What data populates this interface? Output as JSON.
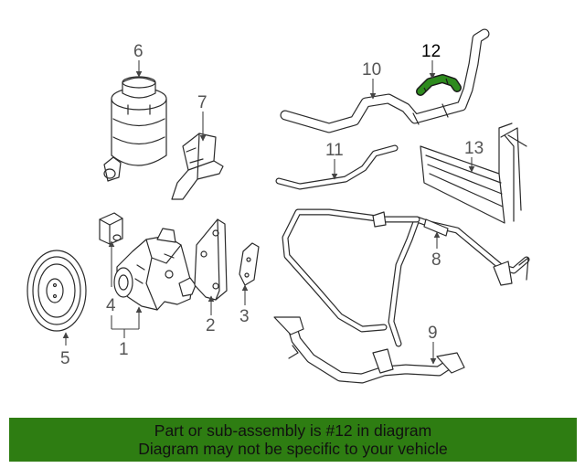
{
  "diagram": {
    "highlight_color": "#2e8b1e",
    "callouts": [
      "1",
      "2",
      "3",
      "4",
      "5",
      "6",
      "7",
      "8",
      "9",
      "10",
      "11",
      "12",
      "13"
    ],
    "highlighted_part": "12"
  },
  "footer": {
    "background": "#2e7d12",
    "line1": "Part or sub-assembly is #12 in diagram",
    "line2": "Diagram may not be specific to your vehicle"
  }
}
